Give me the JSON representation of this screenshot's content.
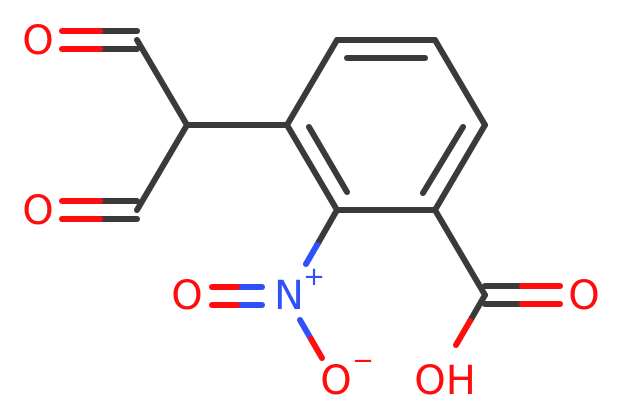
{
  "colors": {
    "carbon_bond": "#3a3a3a",
    "oxygen": "#ff0d0d",
    "nitrogen": "#3050f8"
  },
  "atoms": {
    "aldehyde_o_top": "O",
    "aldehyde_o_bottom": "O",
    "nitro_n": "N",
    "nitro_n_charge": "+",
    "nitro_o_double": "O",
    "nitro_o_single": "O",
    "nitro_o_charge": "−",
    "acid_o_double": "O",
    "acid_oh": "OH"
  }
}
